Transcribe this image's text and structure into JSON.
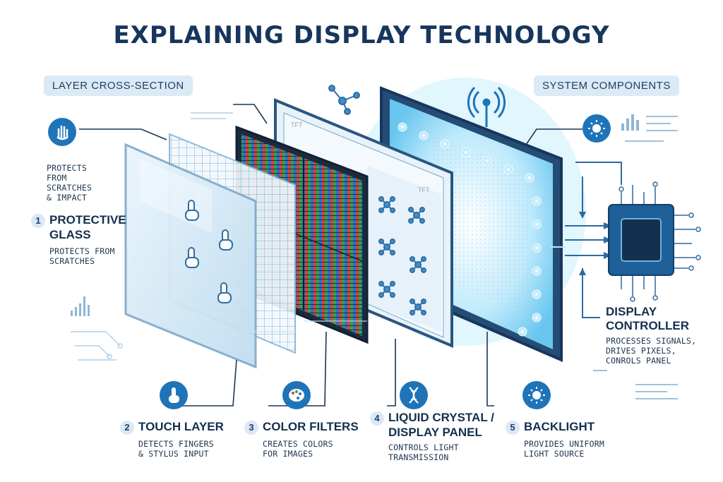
{
  "title": "EXPLAINING DISPLAY TECHNOLOGY",
  "sections": {
    "left": "LAYER CROSS-SECTION",
    "right": "SYSTEM COMPONENTS"
  },
  "protective_top_desc": [
    "PROTECTS",
    "FROM",
    "SCRATCHES",
    "& IMPACT"
  ],
  "layers": [
    {
      "num": "1",
      "title_lines": [
        "PROTECTIVE",
        "GLASS"
      ],
      "desc_lines": [
        "PROTECTS FROM",
        "SCRATCHES"
      ]
    },
    {
      "num": "2",
      "title_lines": [
        "TOUCH LAYER"
      ],
      "desc_lines": [
        "DETECTS FINGERS",
        "& STYLUS INPUT"
      ]
    },
    {
      "num": "3",
      "title_lines": [
        "COLOR FILTERS"
      ],
      "desc_lines": [
        "CREATES COLORS",
        "FOR IMAGES"
      ]
    },
    {
      "num": "4",
      "title_lines": [
        "LIQUID CRYSTAL /",
        "DISPLAY PANEL"
      ],
      "desc_lines": [
        "CONTROLS LIGHT",
        "TRANSMISSION"
      ]
    },
    {
      "num": "5",
      "title_lines": [
        "BACKLIGHT"
      ],
      "desc_lines": [
        "PROVIDES UNIFORM",
        "LIGHT SOURCE"
      ]
    }
  ],
  "controller": {
    "title_lines": [
      "DISPLAY",
      "CONTROLLER"
    ],
    "desc_lines": [
      "PROCESSES SIGNALS,",
      "DRIVES PIXELS,",
      "CONROLS PANEL"
    ]
  },
  "panel_tags": [
    "TFT",
    "TFT"
  ],
  "icons": [
    "hand-icon",
    "touch-icon",
    "palette-icon",
    "dna-icon",
    "sun-icon",
    "wifi-icon",
    "molecule-icon",
    "chip-icon"
  ],
  "colors": {
    "accent": "#1f74b8",
    "dark": "#17365d",
    "glow": "#6fd0f5"
  }
}
